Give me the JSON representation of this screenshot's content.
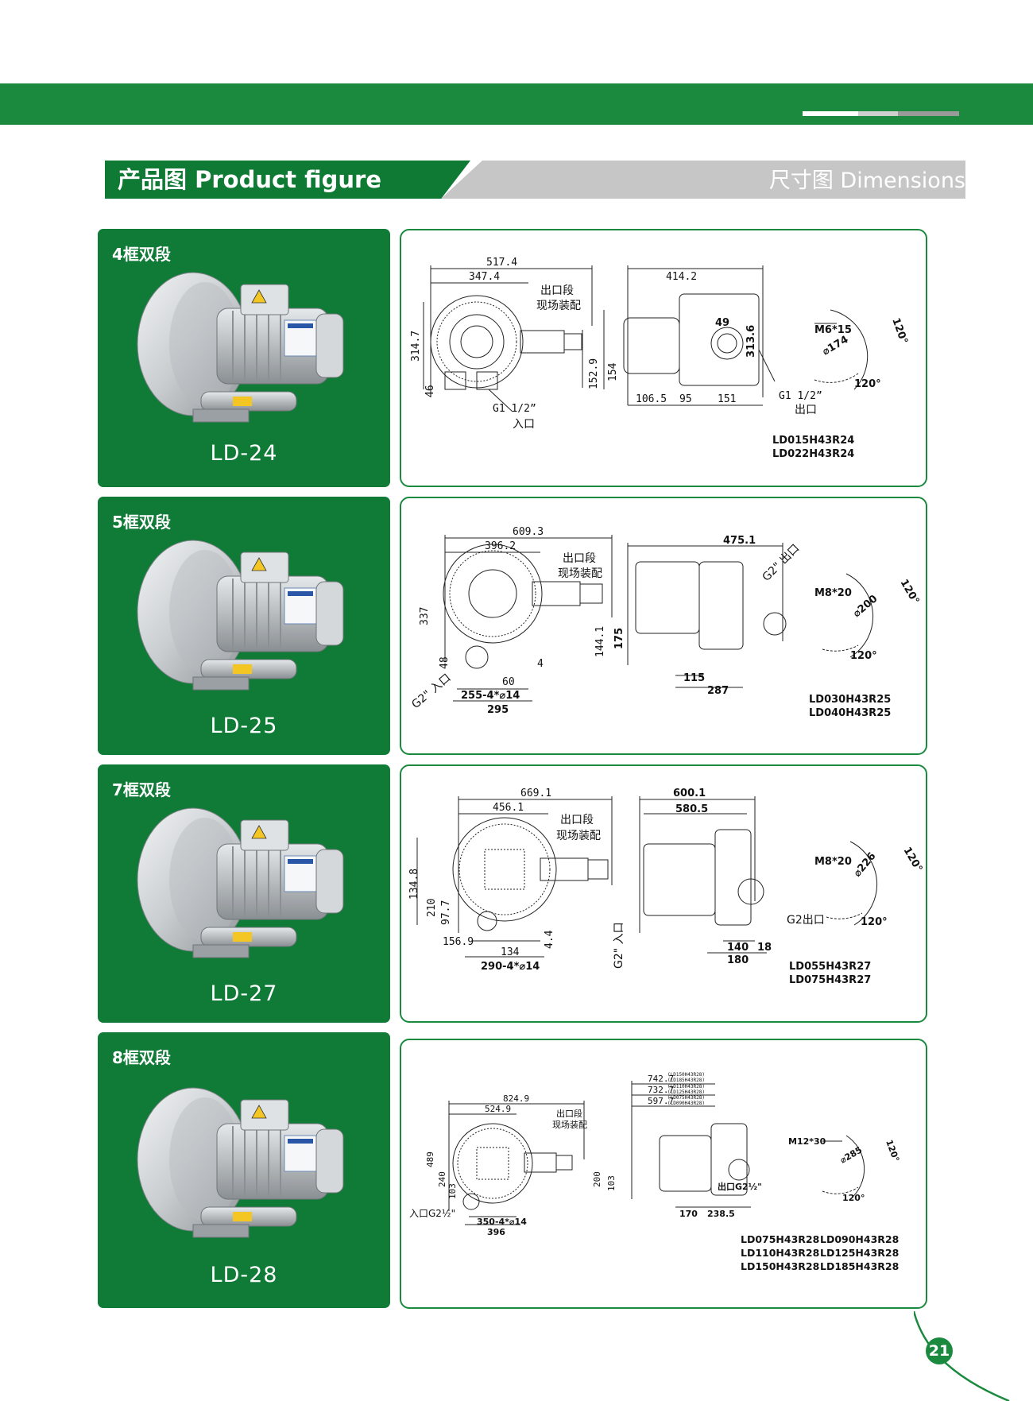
{
  "header": {
    "product_figure": "产品图 Product figure",
    "dimensions": "尺寸图 Dimensions"
  },
  "colors": {
    "brand_green": "#1b8a3f",
    "card_green": "#107a37",
    "header_gray": "#c6c6c6"
  },
  "products": [
    {
      "frame": "4框双段",
      "model": "LD-24",
      "codes": [
        "LD015H43R24",
        "LD022H43R24"
      ],
      "dims": {
        "overall": "517.4",
        "body": "347.4",
        "outlet_note_1": "出口段",
        "outlet_note_2": "现场装配",
        "height": "314.7",
        "h_small": "46",
        "center": "152.9",
        "side_height": "154",
        "side_width": "414.2",
        "side_49": "49",
        "side_h": "313.6",
        "b1": "106.5",
        "b2": "95",
        "b3": "151",
        "inlet_spec": "G1 1/2”",
        "inlet": "入口",
        "outlet_spec": "G1 1/2”",
        "outlet": "出口",
        "bolt": "M6*15",
        "pcd": "⌀174",
        "angle1": "120°",
        "angle2": "120°"
      }
    },
    {
      "frame": "5框双段",
      "model": "LD-25",
      "codes": [
        "LD030H43R25",
        "LD040H43R25"
      ],
      "dims": {
        "overall": "609.3",
        "body": "396.2",
        "outlet_note_1": "出口段",
        "outlet_note_2": "现场装配",
        "height": "337",
        "h_small": "48",
        "center": "144.1",
        "small_4": "4",
        "foot_60": "60",
        "foot_holes": "255-4*⌀14",
        "foot_width": "295",
        "inlet": "G2\" 入口",
        "side_width": "475.1",
        "side_height": "175",
        "b1": "115",
        "b2": "287",
        "outlet": "G2\" 出口",
        "bolt": "M8*20",
        "pcd": "⌀200",
        "angle1": "120°",
        "angle2": "120°"
      }
    },
    {
      "frame": "7框双段",
      "model": "LD-27",
      "codes": [
        "LD055H43R27",
        "LD075H43R27"
      ],
      "dims": {
        "overall": "669.1",
        "body": "456.1",
        "outlet_note_1": "出口段",
        "outlet_note_2": "现场装配",
        "height": "134.8",
        "h_210": "210",
        "h_97": "97.7",
        "h_156": "156.9",
        "foot_134": "134",
        "small_4": "4.4",
        "foot_holes": "290-4*⌀14",
        "side_overall": "600.1",
        "side_body": "580.5",
        "inlet": "G2\" 入口",
        "outlet": "G2出口",
        "b1": "140",
        "b2": "18",
        "b3": "180",
        "bolt": "M8*20",
        "pcd": "⌀226",
        "angle1": "120°",
        "angle2": "120°"
      }
    },
    {
      "frame": "8框双段",
      "model": "LD-28",
      "codes": [
        "LD075H43R28",
        "LD090H43R28",
        "LD110H43R28",
        "LD125H43R28",
        "LD150H43R28",
        "LD185H43R28"
      ],
      "dims": {
        "overall": "824.9",
        "body": "524.9",
        "outlet_note_1": "出口段",
        "outlet_note_2": "现场装配",
        "height": "489",
        "h_240": "240",
        "h_103": "103",
        "h_200": "200",
        "foot_holes": "350-4*⌀14",
        "foot_width": "396",
        "inlet": "入口G2½\"",
        "len1": "742.7",
        "len2": "732.7",
        "len3": "597.7",
        "len1_note1": "(LD150H43R28)",
        "len1_note2": "(LD185H43R28)",
        "len2_note1": "(LD110H43R28)",
        "len2_note2": "(LD125H43R28)",
        "len3_note1": "(LD075H43R28)",
        "len3_note2": "(LD090H43R28)",
        "side_103": "103",
        "b1": "170",
        "b2": "238.5",
        "outlet": "出口G2½\"",
        "bolt": "M12*30",
        "pcd": "⌀285",
        "angle1": "120°",
        "angle2": "120°"
      }
    }
  ],
  "page_number": "21"
}
